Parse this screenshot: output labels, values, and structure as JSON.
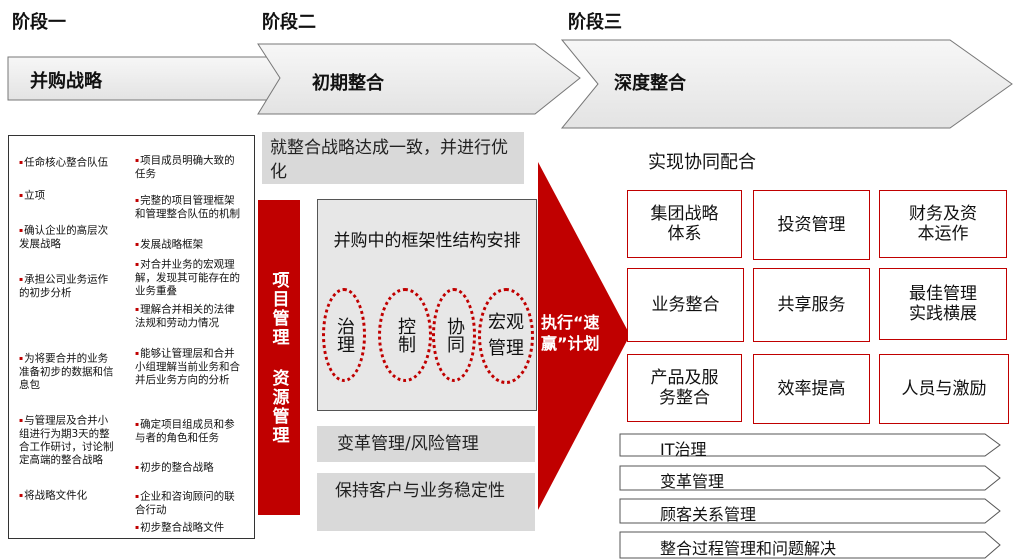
{
  "stages": {
    "stage1": "阶段一",
    "stage2": "阶段二",
    "stage3": "阶段三"
  },
  "arrows": {
    "a1": "并购战略",
    "a2": "初期整合",
    "a3": "深度整合"
  },
  "left_panel": {
    "col1": [
      "任命核心整合队伍",
      "立项",
      "确认企业的高层次发展战略",
      "承担公司业务运作的初步分析",
      "为将要合并的业务准备初步的数据和信息包",
      "与管理层及合并小组进行为期3天的整合工作研讨，讨论制定高端的整合战略",
      "将战略文件化"
    ],
    "col2": [
      "项目成员明确大致的任务",
      "完整的项目管理框架和管理整合队伍的机制",
      "发展战略框架",
      "对合并业务的宏观理解，发现其可能存在的业务重叠",
      "理解合并相关的法律法规和劳动力情况",
      "能够让管理层和合并小组理解当前业务和合并后业务方向的分析",
      "确定项目组成员和参与者的角色和任务",
      "初步的整合战略",
      "企业和咨询顾问的联合行动",
      "初步整合战略文件"
    ]
  },
  "middle": {
    "top_box": "就整合战略达成一致，并进行优化",
    "red_bar": "项目管理 资源管理",
    "framework_title": "并购中的框架性结构安排",
    "ovals": [
      "治理",
      "控制",
      "协同",
      "宏观管理"
    ],
    "box_change": "变革管理/风险管理",
    "box_keep": "保持客户与业务稳定性"
  },
  "execute": "执行“速赢”计划",
  "right": {
    "title": "实现协同配合",
    "grid": [
      "集团战略体系",
      "投资管理",
      "财务及资本运作",
      "业务整合",
      "共享服务",
      "最佳管理实践横展",
      "产品及服务整合",
      "效率提高",
      "人员与激励"
    ],
    "bars": [
      "IT治理",
      "变革管理",
      "顾客关系管理",
      "整合过程管理和问题解决"
    ]
  },
  "colors": {
    "accent_red": "#c00000",
    "arrow_gray": "#ececec",
    "box_gray": "#d9d9d9"
  }
}
